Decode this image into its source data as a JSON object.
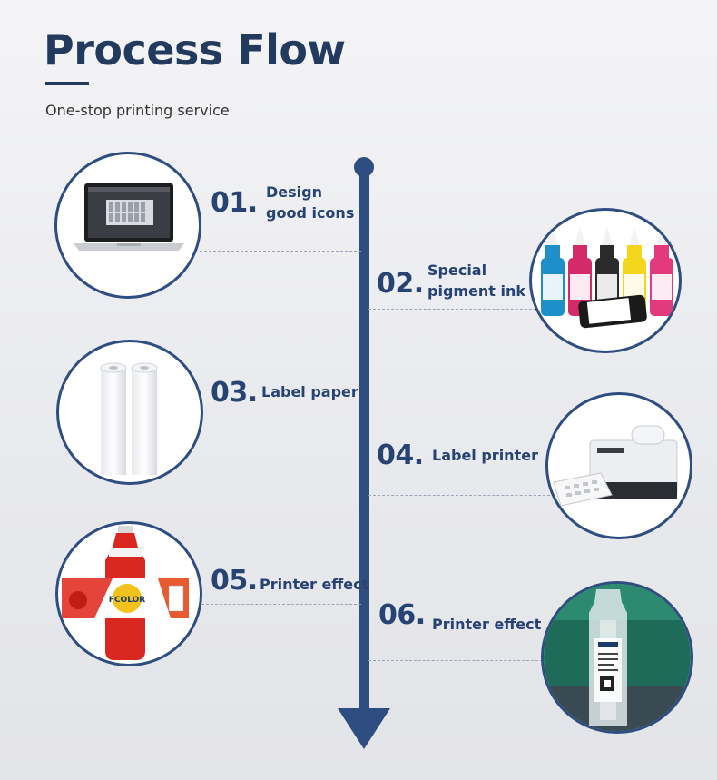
{
  "header": {
    "title": "Process Flow",
    "subtitle": "One-stop printing service"
  },
  "steps": [
    {
      "number": "01.",
      "label_lines": [
        "Design",
        "good icons"
      ],
      "image": "laptop-icon"
    },
    {
      "number": "02.",
      "label_lines": [
        "Special",
        "pigment ink"
      ],
      "image": "ink-bottles-icon"
    },
    {
      "number": "03.",
      "label_lines": [
        "Label paper"
      ],
      "image": "paper-roll-icon"
    },
    {
      "number": "04.",
      "label_lines": [
        "Label printer"
      ],
      "image": "label-printer-icon"
    },
    {
      "number": "05.",
      "label_lines": [
        "Printer effect"
      ],
      "image": "bottle-label-icon"
    },
    {
      "number": "06.",
      "label_lines": [
        "Printer effect"
      ],
      "image": "clear-bottle-icon"
    }
  ],
  "brand_text": "FCOLOR",
  "colors": {
    "primary": "#2e4d80",
    "heading": "#213a5e"
  }
}
